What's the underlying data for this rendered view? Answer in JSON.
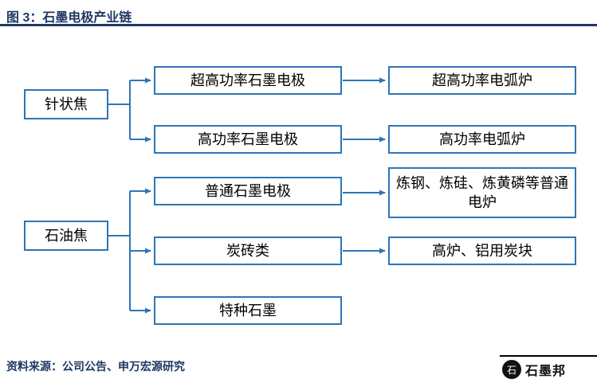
{
  "header": {
    "title": "图 3：石墨电极产业链"
  },
  "diagram": {
    "left_nodes": [
      {
        "label": "针状焦"
      },
      {
        "label": "石油焦"
      }
    ],
    "mid_nodes": [
      {
        "label": "超高功率石墨电极"
      },
      {
        "label": "高功率石墨电极"
      },
      {
        "label": "普通石墨电极"
      },
      {
        "label": "炭砖类"
      },
      {
        "label": "特种石墨"
      }
    ],
    "right_nodes": [
      {
        "label": "超高功率电弧炉"
      },
      {
        "label": "高功率电弧炉"
      },
      {
        "label": "炼钢、炼硅、炼黄磷等普通电炉"
      },
      {
        "label": "高炉、铝用炭块"
      }
    ],
    "colors": {
      "box_border": "#2E75B6",
      "arrow": "#2E75B6",
      "title": "#1F3864"
    }
  },
  "footer": {
    "source": "资料来源：公司公告、申万宏源研究",
    "logo_glyph": "石",
    "logo_text": "石墨邦"
  }
}
